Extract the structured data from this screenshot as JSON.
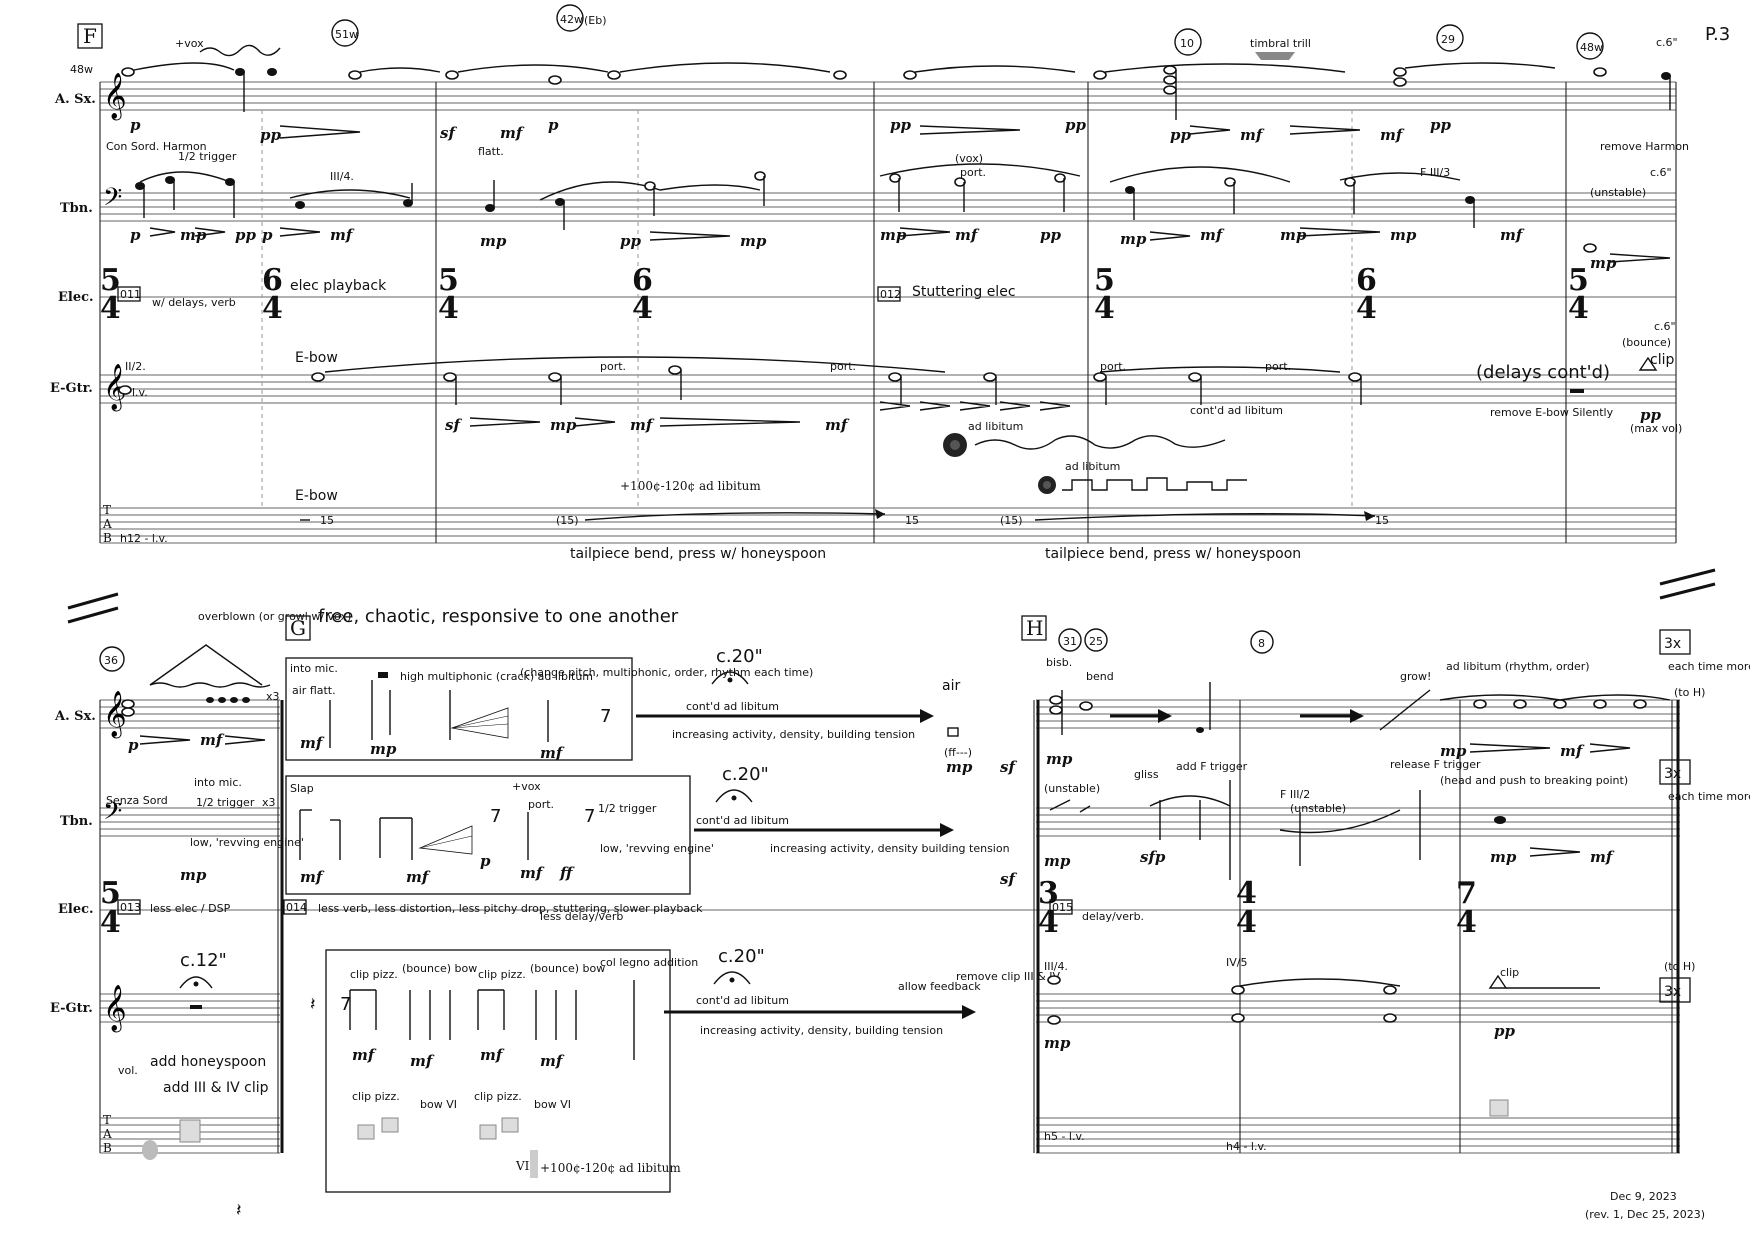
{
  "page_number": "P.3",
  "signature": {
    "date": "Dec 9, 2023",
    "revision": "(rev. 1, Dec 25, 2023)"
  },
  "instruments": [
    "A. Sx.",
    "Tbn.",
    "Elec.",
    "E-Gtr."
  ],
  "tab_clef": [
    "T",
    "A",
    "B"
  ],
  "system1": {
    "rehearsal": "F",
    "sax_fingering": "48w",
    "sax_circles": [
      "51w",
      "42w",
      "10",
      "29",
      "48w"
    ],
    "sax_text": [
      "+vox",
      "timbral trill",
      "c.6\"",
      "(Eb)"
    ],
    "tbn_text": [
      "Con Sord. Harmon",
      "1/2 trigger",
      "III/4.",
      "flatt.",
      "(vox)",
      "port.",
      "F III/3",
      "remove Harmon",
      "(unstable)",
      "c.6\""
    ],
    "elec_cues": [
      {
        "num": "011",
        "text": "w/ delays, verb"
      },
      {
        "num": "",
        "text": "elec playback"
      },
      {
        "num": "012",
        "text": "Stuttering elec"
      }
    ],
    "time_sigs": [
      {
        "top": "5",
        "bottom": "4"
      },
      {
        "top": "6",
        "bottom": "4"
      },
      {
        "top": "5",
        "bottom": "4"
      },
      {
        "top": "6",
        "bottom": "4"
      },
      {
        "top": "5",
        "bottom": "4"
      },
      {
        "top": "6",
        "bottom": "4"
      },
      {
        "top": "5",
        "bottom": "4"
      }
    ],
    "gtr_text": [
      "II/2.",
      "l.v.",
      "E-bow",
      "port.",
      "(delays cont'd)",
      "remove E-bow Silently",
      "(bounce)",
      "clip",
      "pp",
      "(max vol)",
      "c.6\"",
      "ad libitum",
      "cont'd ad libitum"
    ],
    "gtr_bend": "+100¢-120¢ ad libitum",
    "tab_text": [
      "E-bow",
      "h12 - l.v.",
      "15",
      "(15)",
      "(15)"
    ],
    "footer_texts": [
      "tailpiece bend, press w/ honeyspoon",
      "tailpiece bend, press w/ honeyspoon"
    ]
  },
  "system2": {
    "instruction": "free, chaotic, responsive to one another",
    "rehearsal_g": "G",
    "rehearsal_h": "H",
    "sax_circles": [
      "36",
      "31",
      "25",
      "8"
    ],
    "sax_text": [
      "overblown (or growl w/ vox)",
      "x3",
      "into mic.",
      "air flatt.",
      "high multiphonic (crack) ad libitum",
      "(change pitch, multiphonic, order, rhythm each time)",
      "air",
      "bend",
      "bisb.",
      "grow!",
      "ad libitum (rhythm, order)",
      "(head and push to breaking point)",
      "each time more wild",
      "(to H)",
      "3x",
      "(ff---)"
    ],
    "tbn_text": [
      "Senza Sord",
      "into mic.",
      "1/2 trigger",
      "x3",
      "low, 'revving engine'",
      "Slap",
      "+vox",
      "port.",
      "1/2 trigger",
      "low, 'revving engine'",
      "gliss",
      "(unstable)",
      "add F trigger",
      "release F trigger",
      "F III/2",
      "each time more wild",
      "3x"
    ],
    "elec_cues": [
      {
        "num": "013",
        "text": "less elec / DSP"
      },
      {
        "num": "014",
        "text": "less verb, less distortion, less pitchy drop, stuttering, slower playback"
      },
      {
        "num": "",
        "text": "less delay/verb"
      },
      {
        "num": "015",
        "text": "delay/verb."
      }
    ],
    "time_sigs": [
      {
        "top": "5",
        "bottom": "4"
      },
      {
        "top": "3",
        "bottom": "4"
      },
      {
        "top": "4",
        "bottom": "4"
      },
      {
        "top": "7",
        "bottom": "4"
      }
    ],
    "fermata": "c.20\"",
    "fermata_gtr": "c.12\"",
    "contd": "cont'd ad libitum",
    "sax_arrow_text": "increasing activity, density, building tension",
    "tbn_arrow_text": "increasing activity, density building tension",
    "gtr_arrow_text": "increasing activity, density, building tension",
    "gtr_text": [
      "add honeyspoon",
      "add III & IV clip",
      "clip pizz.",
      "(bounce) bow",
      "col legno addition",
      "allow feedback",
      "remove clip III & IV",
      "III/4.",
      "IV/5",
      "clip",
      "(to H)",
      "3x",
      "bow VI",
      "vol."
    ],
    "gtr_bend": "+100¢-120¢ ad libitum",
    "tab_text": [
      "h5 - l.v.",
      "h4 - l.v.",
      "VI"
    ]
  },
  "dynamics": [
    "p",
    "mp",
    "mf",
    "pp",
    "ff",
    "sf",
    "sfp",
    "mp"
  ]
}
